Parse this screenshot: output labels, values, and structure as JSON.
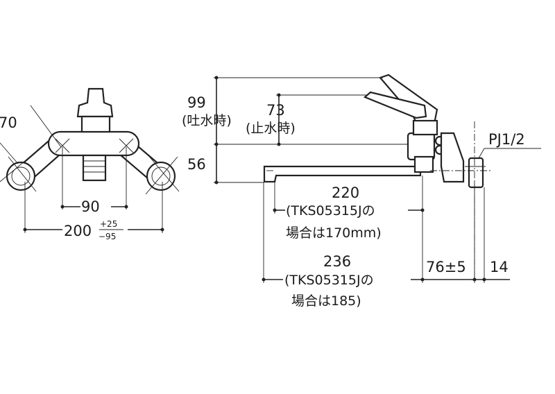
{
  "front_view": {
    "dim_angle_70": "70",
    "dim_width_90": "90",
    "dim_width_200": "200",
    "tol_plus": "+25",
    "tol_minus": "−95"
  },
  "side_view": {
    "dim_99": "99",
    "dim_99_note": "(吐水時)",
    "dim_73": "73",
    "dim_73_note": "(止水時)",
    "dim_56": "56",
    "thread_label": "PJ1/2",
    "dim_220": "220",
    "dim_220_note_line1": "(TKS05315Jの",
    "dim_220_note_line2": "場合は170mm)",
    "dim_236": "236",
    "dim_236_note_line1": "(TKS05315Jの",
    "dim_236_note_line2": "場合は185)",
    "dim_76": "76±5",
    "dim_14": "14"
  }
}
